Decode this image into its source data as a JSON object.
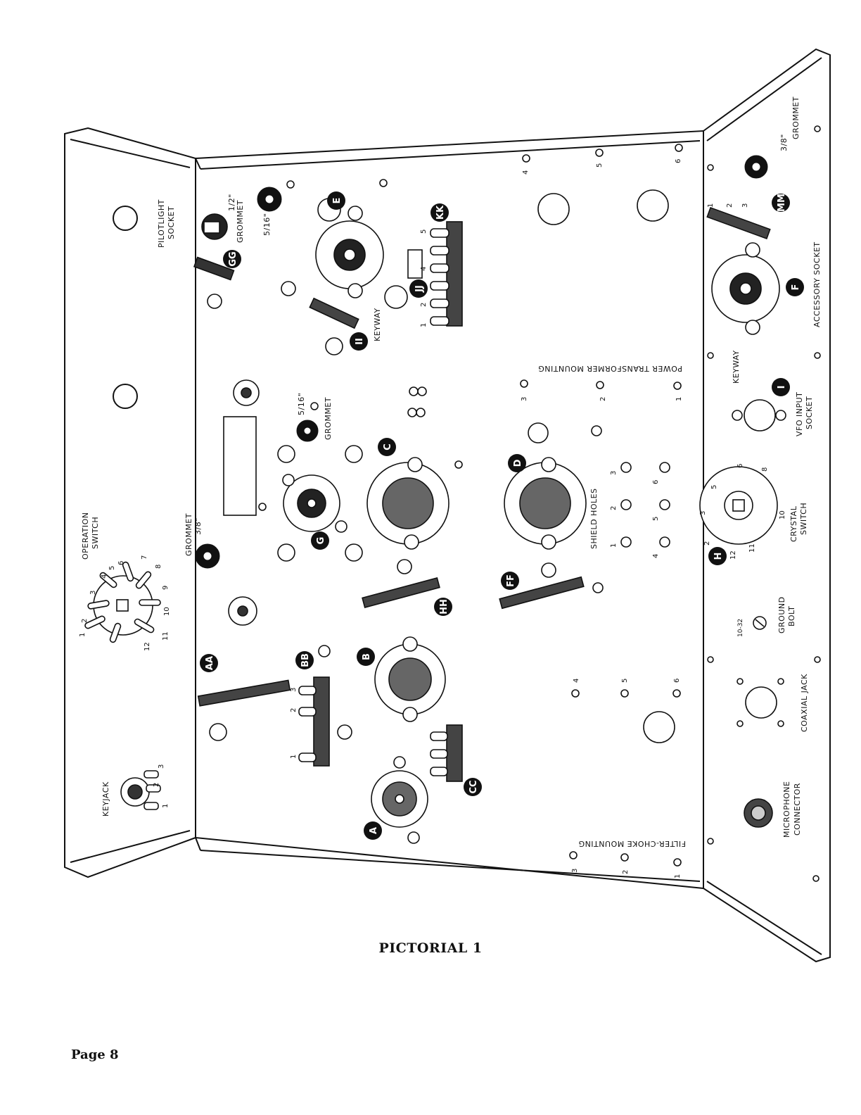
{
  "caption": "PICTORIAL 1",
  "page": "Page 8",
  "labels": {
    "pilotlight_socket": [
      "PILOTLIGHT",
      "SOCKET"
    ],
    "grommet_half": "1/2\"",
    "grommet_word": "GROMMET",
    "grommet_5_16": "5/16\"",
    "grommet_3_8": "3/8\"",
    "operation_switch": [
      "OPERATION",
      "SWITCH"
    ],
    "keyjack": "KEYJACK",
    "keyway": "KEYWAY",
    "accessory_socket": "ACCESSORY SOCKET",
    "power_transformer_mounting": "POWER TRANSFORMER MOUNTING",
    "shield_holes": "SHIELD HOLES",
    "vfo_input_socket": [
      "VFO INPUT",
      "SOCKET"
    ],
    "crystal_switch": [
      "CRYSTAL",
      "SWITCH"
    ],
    "ground_bolt": [
      "GROUND",
      "BOLT"
    ],
    "bolt_size": "10-32",
    "coaxial_jack": "COAXIAL JACK",
    "microphone_connector": [
      "MICROPHONE",
      "CONNECTOR"
    ],
    "filter_choke_mounting": "FILTER-CHOKE MOUNTING"
  },
  "badges": [
    "A",
    "B",
    "C",
    "D",
    "E",
    "F",
    "G",
    "H",
    "I",
    "AA",
    "BB",
    "CC",
    "FF",
    "GG",
    "HH",
    "II",
    "JJ",
    "KK",
    "MM"
  ],
  "pin_numbers": [
    "1",
    "2",
    "3",
    "4",
    "5",
    "6",
    "7",
    "8",
    "9",
    "10",
    "11",
    "12"
  ]
}
